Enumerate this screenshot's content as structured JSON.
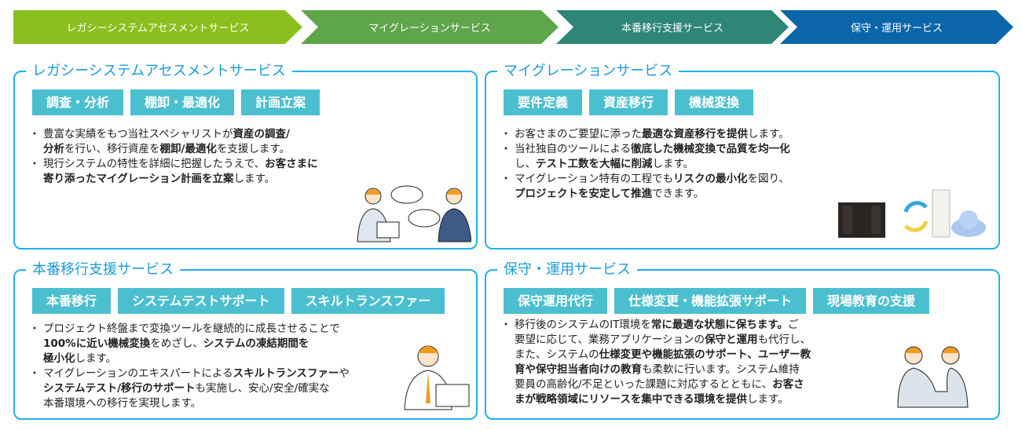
{
  "flow": [
    {
      "label": "レガシーシステムアセスメントサービス",
      "color": "#8bbf1f"
    },
    {
      "label": "マイグレーションサービス",
      "color": "#5fa54a"
    },
    {
      "label": "本番移行支援サービス",
      "color": "#2e8677"
    },
    {
      "label": "保守・運用サービス",
      "color": "#0a66a8"
    }
  ],
  "panels": [
    {
      "title": "レガシーシステムアセスメントサービス",
      "tags": [
        "調査・分析",
        "棚卸・最適化",
        "計画立案"
      ],
      "bullets": [
        [
          [
            [
              "豊富な実績をもつ当社スペシャリストが",
              0
            ],
            [
              "資産の調査/",
              1
            ]
          ],
          [
            [
              "分析",
              1
            ],
            [
              "を行い、移行資産を",
              0
            ],
            [
              "棚卸/最適化",
              1
            ],
            [
              "を支援します。",
              0
            ]
          ]
        ],
        [
          [
            [
              "現行システムの特性を詳細に把握したうえで、",
              0
            ],
            [
              "お客さまに",
              1
            ]
          ],
          [
            [
              "寄り添ったマイグレーション計画を立案",
              1
            ],
            [
              "します。",
              0
            ]
          ]
        ]
      ]
    },
    {
      "title": "マイグレーションサービス",
      "tags": [
        "要件定義",
        "資産移行",
        "機械変換"
      ],
      "bullets": [
        [
          [
            [
              "お客さまのご要望に添った",
              0
            ],
            [
              "最適な資産移行を提供",
              1
            ],
            [
              "します。",
              0
            ]
          ]
        ],
        [
          [
            [
              "当社独自のツールによる",
              0
            ],
            [
              "徹底した機械変換で品質を均一化",
              1
            ]
          ],
          [
            [
              "し、",
              0
            ],
            [
              "テスト工数を大幅に削減",
              1
            ],
            [
              "します。",
              0
            ]
          ]
        ],
        [
          [
            [
              "マイグレーション特有の工程でも",
              0
            ],
            [
              "リスクの最小化",
              1
            ],
            [
              "を図り、",
              0
            ]
          ],
          [
            [
              "プロジェクトを安定して推進",
              1
            ],
            [
              "できます。",
              0
            ]
          ]
        ]
      ]
    },
    {
      "title": "本番移行支援サービス",
      "tags": [
        "本番移行",
        "システムテストサポート",
        "スキルトランスファー"
      ],
      "bullets": [
        [
          [
            [
              "プロジェクト終盤まで変換ツールを継続的に成長させることで",
              0
            ]
          ],
          [
            [
              "100%に近い機械変換",
              1
            ],
            [
              "をめざし、",
              0
            ],
            [
              "システムの凍結期間を",
              1
            ]
          ],
          [
            [
              "極小化",
              1
            ],
            [
              "します。",
              0
            ]
          ]
        ],
        [
          [
            [
              "マイグレーションのエキスパートによる",
              0
            ],
            [
              "スキルトランスファー",
              1
            ],
            [
              "や",
              0
            ]
          ],
          [
            [
              "システムテスト/移行のサポート",
              1
            ],
            [
              "も実施し、安心/安全/確実な",
              0
            ]
          ],
          [
            [
              "本番環境への移行を実現します。",
              0
            ]
          ]
        ]
      ]
    },
    {
      "title": "保守・運用サービス",
      "tags": [
        "保守運用代行",
        "仕様変更・機能拡張サポート",
        "現場教育の支援"
      ],
      "bullets": [
        [
          [
            [
              "移行後のシステムのIT環境を",
              0
            ],
            [
              "常に最適な状態に保ちます。",
              1
            ],
            [
              "ご",
              0
            ]
          ],
          [
            [
              "要望に応じて、業務アプリケーションの",
              0
            ],
            [
              "保守と運用",
              1
            ],
            [
              "も代行し、",
              0
            ]
          ],
          [
            [
              "また、システムの",
              0
            ],
            [
              "仕様変更や機能拡張のサポート、ユーザー教",
              1
            ]
          ],
          [
            [
              "育や保守担当者向けの教育",
              1
            ],
            [
              "も柔軟に行います。システム維持",
              0
            ]
          ],
          [
            [
              "要員の高齢化/不足といった課題に対応するとともに、",
              0
            ],
            [
              "お客さ",
              1
            ]
          ],
          [
            [
              "まが戦略領域にリソースを集中できる環境を提供",
              1
            ],
            [
              "します。",
              0
            ]
          ]
        ]
      ]
    }
  ]
}
